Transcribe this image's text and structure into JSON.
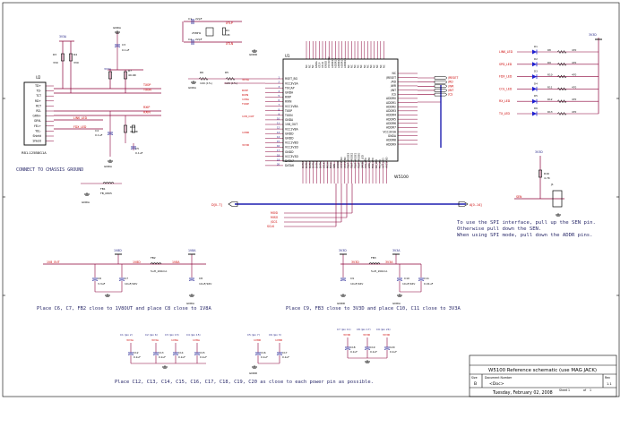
{
  "colors": {
    "wire": "#8b0039",
    "body": "#000000",
    "net": "#cc0000",
    "label": "#1a1a80",
    "note": "#2a2a6a",
    "pin": "#000080",
    "bus": "#1f1fb0",
    "led": "#1f1fd0",
    "cap": "#3a3aa0",
    "gnd": "#000000",
    "frame": "#000000"
  },
  "title_block": {
    "title": "W5100 Reference schematic (use MAG JACK)",
    "size": "B",
    "doc_label": "Document Number",
    "doc": "<Doc>",
    "rev_label": "Rev",
    "rev": "1.1",
    "date": "Tuesday, February 02, 2008",
    "sheet_label": "Sheet",
    "sheet": "1",
    "of_label": "of",
    "of": "1",
    "size_label": "Size"
  },
  "notes": {
    "chassis": "CONNECT TO CHASSIS GROUND",
    "spi": [
      "To use the SPI interface, pull up the SEN pin.",
      "Otherwise pull down the SEN.",
      "When using SPI mode, pull down the ADDR pins."
    ],
    "fb2": "Place C6, C7, FB2 close to 1V8OUT and place C8 close to 1V8A",
    "fb3": "Place C9, FB3 close to 3V3D and place C10, C11 close to 3V3A",
    "decap": "Place C12, C13, C14, C15, C16, C17, C18, C19, C20 as close to each power pin as possible."
  },
  "chip": {
    "ref": "U1",
    "part": "W5100",
    "left_pins": [
      "RSET_BG",
      "VCC3V3A",
      "TOCAP",
      "GNDA",
      "RXIP",
      "RXIN",
      "VCC1V8A",
      "TXOP",
      "TXON",
      "GNDA",
      "1V8_OUT",
      "VCC1V8A",
      "GNDD",
      "GNDD",
      "VCC1V8D",
      "VCC3V3D",
      "GNDD",
      "VCC3V3D",
      "DATA7",
      "DATA6"
    ],
    "right_pins": [
      "NC",
      "/RESET",
      "/RD",
      "/WR",
      "/INT",
      "/CS",
      "ADDR0",
      "ADDR1",
      "ADDR2",
      "ADDR3",
      "ADDR4",
      "ADDR5",
      "ADDR6",
      "ADDR7",
      "VCC3V3A",
      "GNDA",
      "ADDR8",
      "ADDR9"
    ],
    "top_pins": [
      "NC",
      "NC",
      "NC",
      "GNDA",
      "XTLP",
      "XTLN",
      "GNDD",
      "VCC3V3D",
      "ADDR14",
      "ADDR13",
      "ADDR12",
      "ADDR11",
      "ADDR10",
      "NC",
      "NC",
      "NC",
      "NC",
      "NC",
      "NC",
      "NC",
      "NC",
      "NC",
      "NC",
      "NC",
      "NC"
    ],
    "bottom_pins": [
      "DATA5",
      "DATA4",
      "DATA3",
      "DATA2",
      "DATA1",
      "DATA0",
      "SCLK",
      "MOSI",
      "MISO",
      "SEN",
      "GNDD",
      "VCC3V3D",
      "VCC1V8D",
      "TEST_MODE3",
      "TEST_MODE2",
      "TEST_MODE1",
      "TEST_MODE0",
      "SPEED_LED",
      "COL_LED",
      "LINK_LED",
      "FDX_LED",
      "RX_LED",
      "TX_LED",
      "ACT_LED",
      "VCC1V8D"
    ],
    "pin_numbers_left": [
      "1",
      "2",
      "3",
      "4",
      "5",
      "6",
      "7",
      "8",
      "9",
      "10",
      "11",
      "12",
      "13",
      "14",
      "15",
      "16",
      "17",
      "18",
      "19",
      "20"
    ]
  },
  "jack": {
    "ref": "U2",
    "part": "RB1-125B8G1A",
    "pins": [
      "TD+",
      "TD-",
      "TCT",
      "RD+",
      "RCT",
      "RD-",
      "GRN+",
      "GRN-",
      "YEL+",
      "YEL-",
      "Shield",
      "Shield"
    ]
  },
  "parts": {
    "R1": {
      "ref": "R1",
      "val": "1M"
    },
    "R2": {
      "ref": "R2",
      "val": "49.9R"
    },
    "R3": {
      "ref": "R3",
      "val": "330"
    },
    "R4": {
      "ref": "R4",
      "val": "330"
    },
    "R5": {
      "ref": "R5",
      "val": "12K (1%)"
    },
    "R6": {
      "ref": "R6",
      "val": "100 (1%)"
    },
    "R7": {
      "ref": "R7",
      "val": "49.9R"
    },
    "R14": {
      "ref": "R14",
      "val": "49.9R"
    },
    "R15": {
      "ref": "R15",
      "val": "49.9R"
    },
    "R16": {
      "ref": "R16",
      "val": "4.7K"
    },
    "C1": {
      "ref": "C1",
      "val": "22pF"
    },
    "C2": {
      "ref": "C2",
      "val": "22pF"
    },
    "C3": {
      "ref": "C3",
      "val": "0.1uF"
    },
    "C4": {
      "ref": "C4",
      "val": "0.1uF"
    },
    "C5": {
      "ref": "C5",
      "val": "0.1uF"
    },
    "C6": {
      "ref": "C6",
      "val": "3.3uF"
    },
    "C7": {
      "ref": "C7",
      "val": "10uF/16V"
    },
    "C8": {
      "ref": "C8",
      "val": "10uF/16V"
    },
    "C9": {
      "ref": "C9",
      "val": "10uF/16V"
    },
    "C10": {
      "ref": "C10",
      "val": "10uF/16V"
    },
    "C11": {
      "ref": "C11",
      "val": "0.01uF"
    },
    "Y1": {
      "ref": "Y1",
      "val": "25MHz"
    },
    "FB1": {
      "ref": "FB1",
      "val": "FB_0805"
    },
    "FB2": {
      "ref": "FB2",
      "val": "5uH_200mA"
    },
    "FB3": {
      "ref": "FB3",
      "val": "5uH_200mA"
    },
    "J1": {
      "ref": "J1",
      "val": ""
    }
  },
  "leds": [
    {
      "net": "LINK_LED",
      "d": "D1",
      "r": "R8",
      "val": "470"
    },
    {
      "net": "SPD_LED",
      "d": "D2",
      "r": "R9",
      "val": "470"
    },
    {
      "net": "FDX_LED",
      "d": "D3",
      "r": "R10",
      "val": "470"
    },
    {
      "net": "COL_LED",
      "d": "D4",
      "r": "R11",
      "val": "470"
    },
    {
      "net": "RX_LED",
      "d": "D5",
      "r": "R12",
      "val": "470"
    },
    {
      "net": "TX_LED",
      "d": "D6",
      "r": "R13",
      "val": "470"
    }
  ],
  "right_signals": [
    "/RESET",
    "/RD",
    "/WR",
    "/INT",
    "/CS"
  ],
  "nets": {
    "v3v3": "3V3A",
    "v3v3d": "3V3D",
    "v1v8a": "1V8A",
    "v1v8d": "1V8D",
    "gnd": "GNDA",
    "gndd": "GNDD",
    "xtlp": "XTLP",
    "xtln": "XTLN",
    "txop": "TXOP",
    "txon": "TXON",
    "rxip": "RXIP",
    "rxin": "RXIN",
    "v1v8out": "1V8_OUT",
    "link": "LINK_LED",
    "fdx": "FDX_LED",
    "sen": "SEN",
    "data_bus": "D[0..7]",
    "addr_bus": "A[0..14]",
    "mosi": "MOSI",
    "miso": "MISO",
    "sclk": "SCLK",
    "scs": "/SCS"
  },
  "decaps": [
    {
      "note": "C1 (pin 2)",
      "ref": "C12",
      "val": "0.1uF",
      "net": "3V3A"
    },
    {
      "note": "C2 (pin 6)",
      "ref": "C13",
      "val": "0.1uF",
      "net": "3V3A"
    },
    {
      "note": "C3 (pin 13)",
      "ref": "C14",
      "val": "0.1uF",
      "net": "1V8A"
    },
    {
      "note": "C4 (pin 15)",
      "ref": "C15",
      "val": "0.1uF",
      "net": "1V8A"
    },
    {
      "note": "C5 (pin 7)",
      "ref": "C16",
      "val": "0.1uF",
      "net": "1V8D"
    },
    {
      "note": "C6 (pin 3)",
      "ref": "C17",
      "val": "0.1uF",
      "net": "1V8D"
    },
    {
      "note": "C7 (pin 11)",
      "ref": "C18",
      "val": "0.1uF",
      "net": "3V3D"
    },
    {
      "note": "C8 (pin 17)",
      "ref": "C19",
      "val": "0.1uF",
      "net": "3V3D"
    },
    {
      "note": "C9 (pin 24)",
      "ref": "C20",
      "val": "0.1uF",
      "net": "3V3D"
    }
  ]
}
